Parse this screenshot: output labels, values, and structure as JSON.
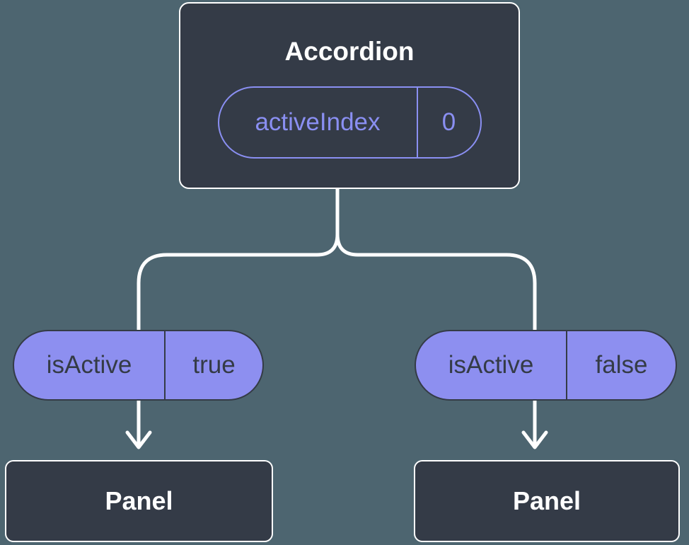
{
  "colors": {
    "background": "#4D6570",
    "node_dark": "#343B47",
    "node_purple": "#8D8FF0",
    "purple_outline": "#8A8FF2",
    "dark_text": "#343B46",
    "white": "#FFFFFF"
  },
  "diagram": {
    "root": {
      "title": "Accordion",
      "prop": {
        "name": "activeIndex",
        "value": "0"
      }
    },
    "children": [
      {
        "prop": {
          "name": "isActive",
          "value": "true"
        },
        "panel_label": "Panel"
      },
      {
        "prop": {
          "name": "isActive",
          "value": "false"
        },
        "panel_label": "Panel"
      }
    ]
  }
}
